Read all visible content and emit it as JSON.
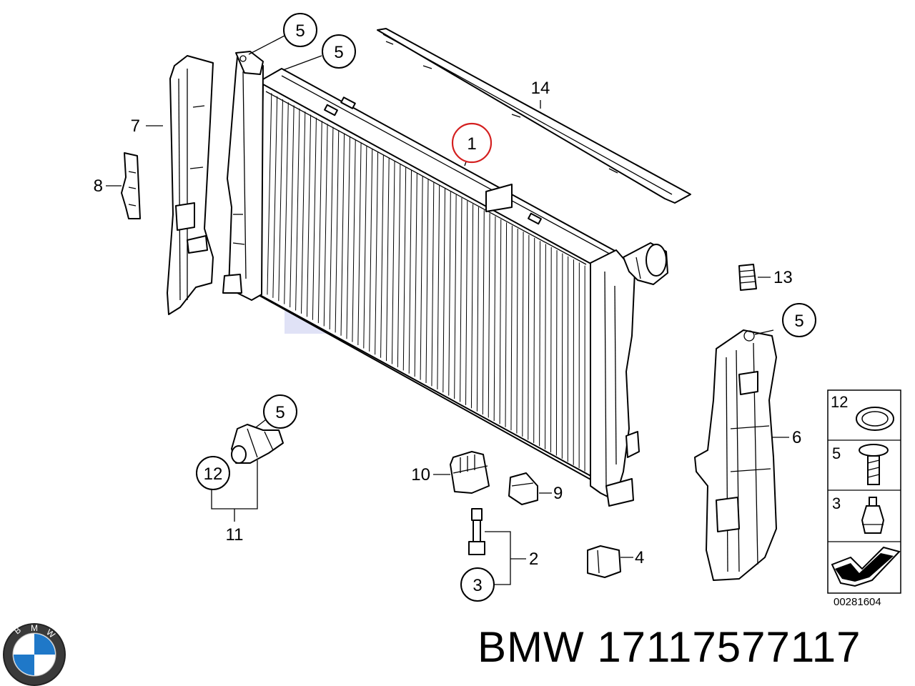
{
  "callouts": {
    "c1": "1",
    "c2": "2",
    "c3a": "3",
    "c4": "4",
    "c5a": "5",
    "c5b": "5",
    "c5c": "5",
    "c5d": "5",
    "c6": "6",
    "c7": "7",
    "c8": "8",
    "c9": "9",
    "c10": "10",
    "c11": "11",
    "c12a": "12",
    "c13": "13",
    "c14": "14"
  },
  "legend": {
    "row1": "12",
    "row2": "5",
    "row3": "3"
  },
  "reference_number": "00281604",
  "footer": {
    "brand": "BMW",
    "part_number": "17117577117"
  },
  "colors": {
    "highlight": "#d42020",
    "watermark": "#c8ccf0"
  }
}
